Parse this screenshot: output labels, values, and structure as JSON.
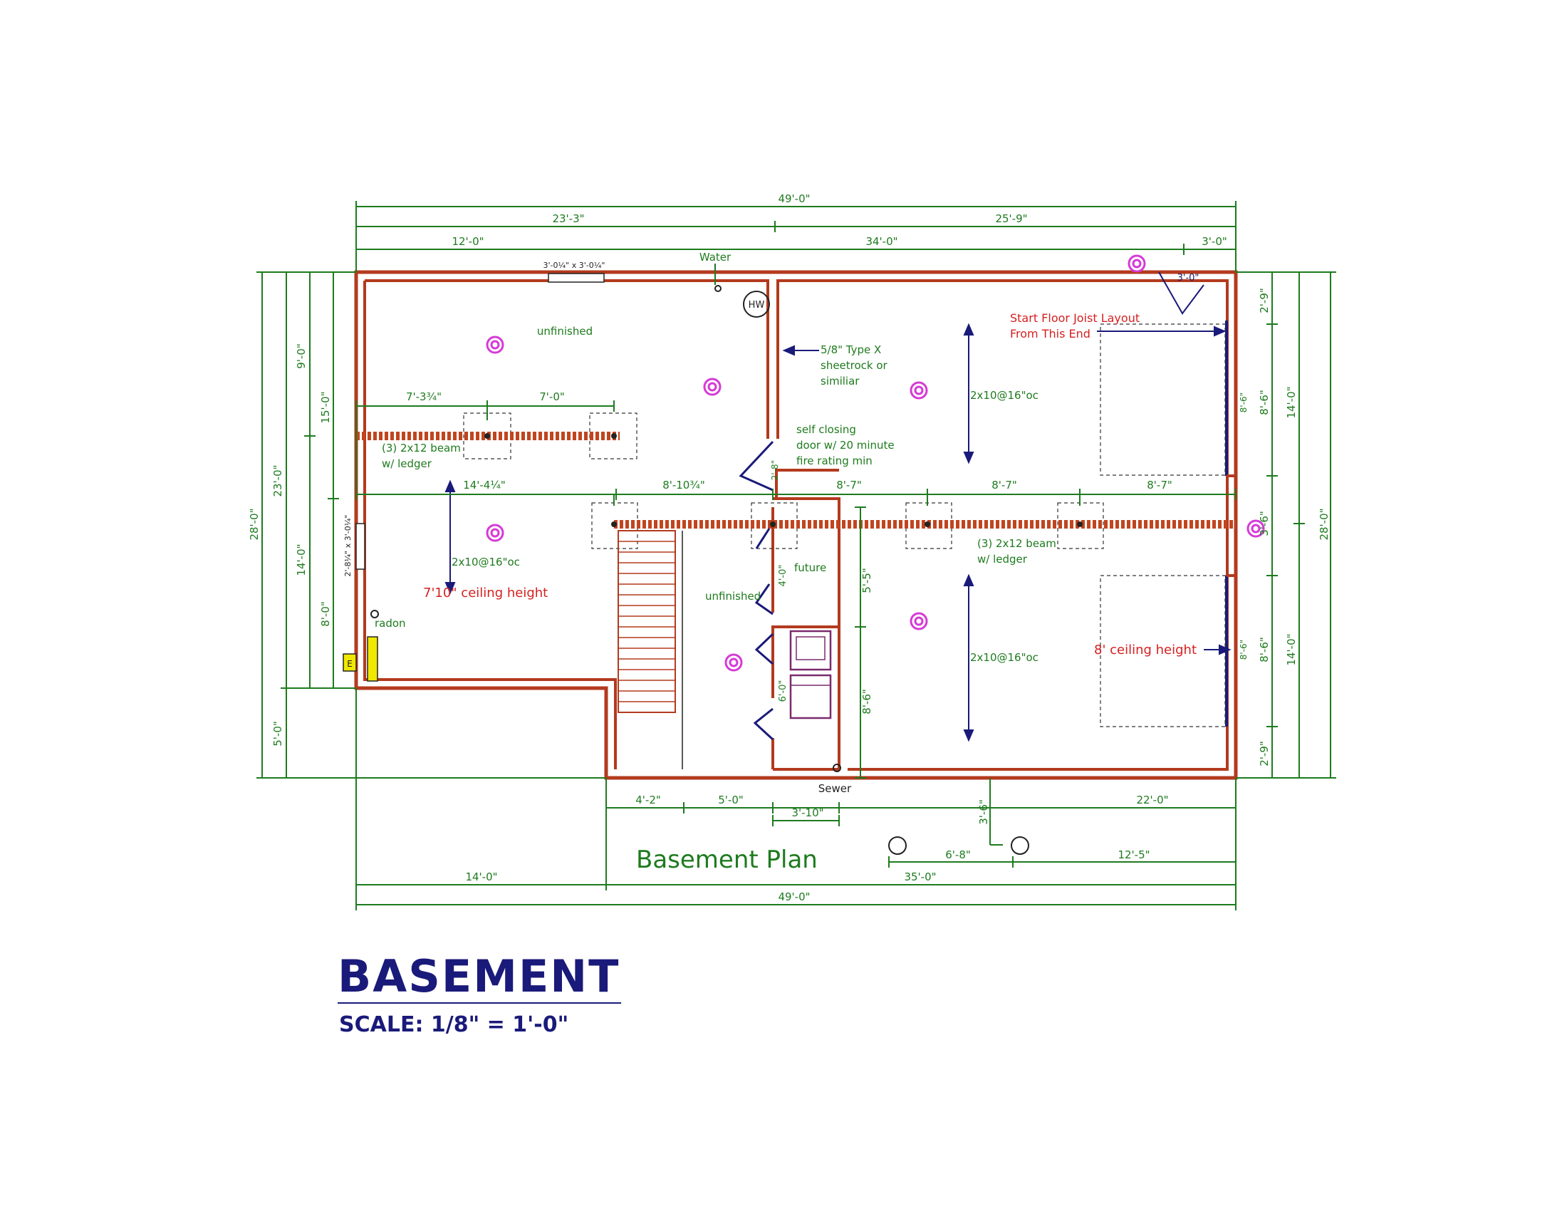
{
  "title": "BASEMENT",
  "scale": "SCALE: 1/8\" = 1'-0\"",
  "plan_label": "Basement Plan",
  "colors": {
    "wall": "#b33a1e",
    "dimension": "#1e7b1e",
    "red_note": "#d62020",
    "navy": "#1a1a7a",
    "light_fixture": "#d63ad6",
    "panel": "#f0e800"
  },
  "dims_top": {
    "overall": "49'-0\"",
    "left_half": "23'-3\"",
    "right_half": "25'-9\"",
    "seg_a": "12'-0\"",
    "seg_b": "34'-0\"",
    "seg_c": "3'-0\""
  },
  "dims_bottom": {
    "s1": "4'-2\"",
    "s2": "5'-0\"",
    "s3": "3'-10\"",
    "s4": "22'-0\"",
    "s5": "3'-6\"",
    "s6": "6'-8\"",
    "s7": "12'-5\"",
    "s8": "14'-0\"",
    "s9": "35'-0\"",
    "overall": "49'-0\""
  },
  "dims_left": {
    "overall": "28'-0\"",
    "d23": "23'-0\"",
    "d5": "5'-0\"",
    "d9": "9'-0\"",
    "d15": "15'-0\"",
    "d14": "14'-0\"",
    "d8": "8'-0\""
  },
  "dims_right": {
    "overall": "28'-0\"",
    "r2a": "2'-9\"",
    "r86a": "8'-6\"",
    "r14a": "14'-0\"",
    "r36": "3'-6\"",
    "r86b": "8'-6\"",
    "r14b": "14'-0\"",
    "r2b": "2'-9\"",
    "inner_a": "8'-6\"",
    "inner_b": "8'-6\""
  },
  "dims_interior": {
    "a": "14'-4¼\"",
    "b": "8'-10¾\"",
    "c": "8'-7\"",
    "d": "8'-7\"",
    "e": "8'-7\"",
    "f": "7'-3¾\"",
    "g": "7'-0\"",
    "door_h": "2'-8\"",
    "h4": "4'-0\"",
    "h6": "6'-0\"",
    "v55": "5'-5\"",
    "v86": "8'-6\"",
    "door_top": "3'-0\""
  },
  "notes": {
    "water": "Water",
    "hw": "HW",
    "window_top": "3'-0¼\" x 3'-0¼\"",
    "window_left": "2'-8¼\" x 3'-0¼\"",
    "unfinished_top": "unfinished",
    "sheetrock": [
      "5/8\" Type X",
      "sheetrock or",
      "similiar"
    ],
    "self_closing": [
      "self closing",
      "door w/ 20 minute",
      "fire rating min"
    ],
    "joist_top": "2x10@16\"oc",
    "joist_left": "2x10@16\"oc",
    "joist_right": "2x10@16\"oc",
    "beam_left": [
      "(3) 2x12 beam",
      "w/ ledger"
    ],
    "beam_right": [
      "(3) 2x12 beam",
      "w/ ledger"
    ],
    "future": "future",
    "unfinished_mid": "unfinished",
    "radon": "radon",
    "sewer": "Sewer",
    "panel_e": "E",
    "start_joist": [
      "Start Floor Joist Layout",
      "From This End"
    ],
    "ceiling_left": "7'10\" ceiling height",
    "ceiling_right": "8' ceiling height"
  }
}
